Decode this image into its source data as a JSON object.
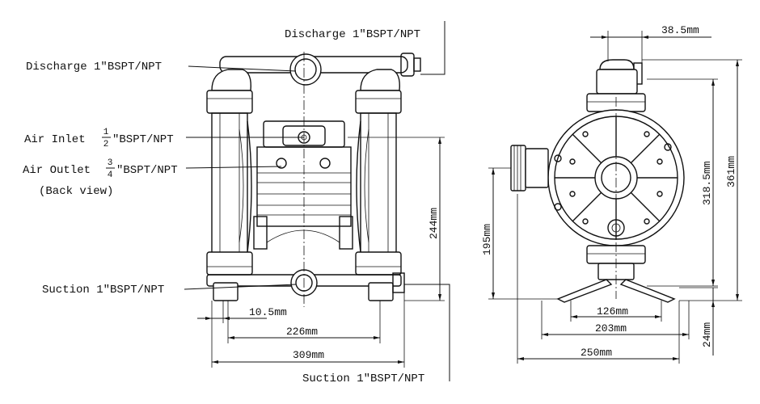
{
  "labels": {
    "discharge_top": "Discharge 1″BSPT/NPT",
    "discharge_left": "Discharge 1″BSPT/NPT",
    "air_inlet_prefix": "Air Inlet ",
    "air_inlet_num": "1",
    "air_inlet_den": "2",
    "air_inlet_suffix": "″BSPT/NPT",
    "air_outlet_prefix": "Air Outlet ",
    "air_outlet_num": "3",
    "air_outlet_den": "4",
    "air_outlet_suffix": "″BSPT/NPT",
    "back_view": "(Back view)",
    "suction_left": "Suction 1″BSPT/NPT",
    "suction_bottom": "Suction 1″BSPT/NPT"
  },
  "front_dimensions": {
    "d_10_5": "10.5mm",
    "d_226": "226mm",
    "d_309": "309mm",
    "d_244": "244mm"
  },
  "side_dimensions": {
    "d_38_5": "38.5mm",
    "d_361": "361mm",
    "d_318_5": "318.5mm",
    "d_195": "195mm",
    "d_126": "126mm",
    "d_203": "203mm",
    "d_250": "250mm",
    "d_24": "24mm"
  }
}
